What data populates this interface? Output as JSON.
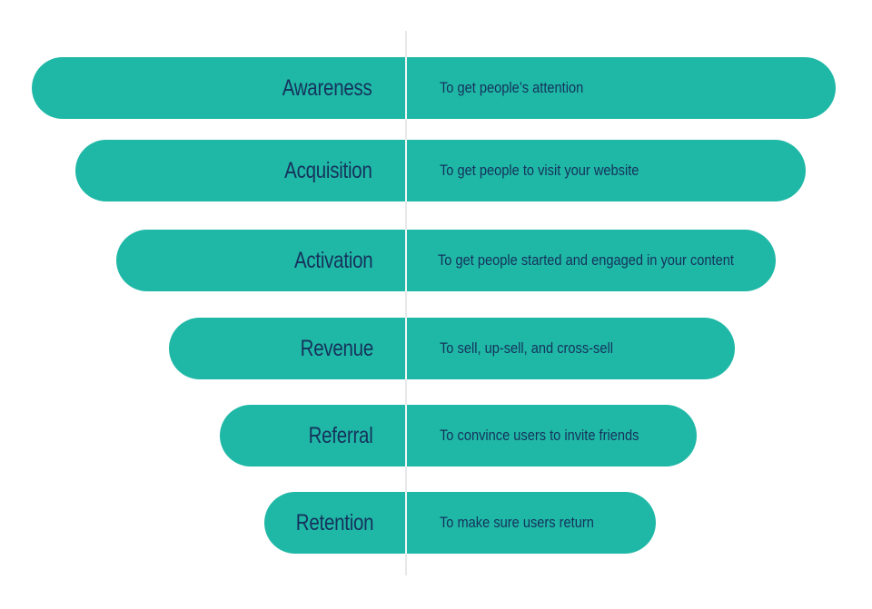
{
  "stages": [
    {
      "name": "Awareness",
      "description": "To get people’s attention"
    },
    {
      "name": "Acquisition",
      "description": "To get people to visit your website"
    },
    {
      "name": "Activation",
      "description": "To get people started and engaged in your content"
    },
    {
      "name": "Revenue",
      "description": "To sell, up-sell, and cross-sell"
    },
    {
      "name": "Referral",
      "description": "To convince users to invite friends"
    },
    {
      "name": "Retention",
      "description": "To make sure users return"
    }
  ],
  "colors": {
    "bar": "#1fb8a6",
    "text": "#15325c",
    "divider": "#e6e8ea"
  }
}
